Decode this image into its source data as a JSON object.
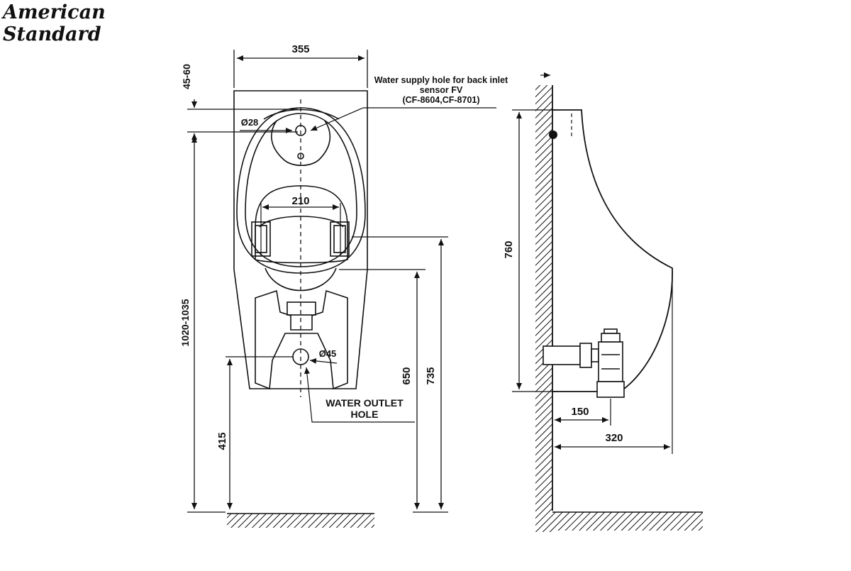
{
  "brand": {
    "line1": "American",
    "line2": "Standard"
  },
  "callouts": {
    "water_supply": [
      "Water supply hole for back inlet",
      "sensor FV",
      "(CF-8604,CF-8701)"
    ],
    "outlet": [
      "WATER OUTLET",
      "HOLE"
    ]
  },
  "dimensions": {
    "width_355": "355",
    "top_45_60": "45-60",
    "dia_28": "Ø28",
    "width_210": "210",
    "dia_45": "Ø45",
    "height_1020_1035": "1020-1035",
    "height_415": "415",
    "height_650": "650",
    "height_735": "735",
    "height_760": "760",
    "depth_150": "150",
    "depth_320": "320"
  },
  "colors": {
    "line": "#111111",
    "background": "#ffffff"
  }
}
